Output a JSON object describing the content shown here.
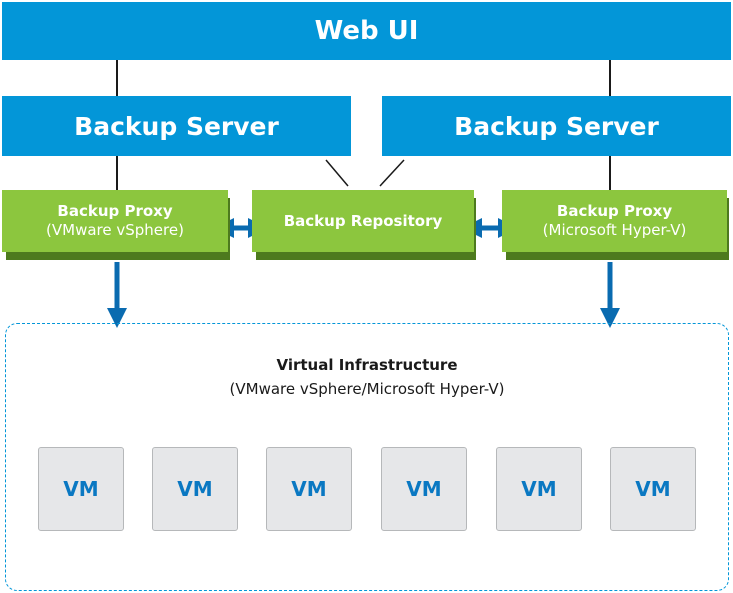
{
  "web_ui": {
    "label": "Web UI"
  },
  "backup_servers": [
    {
      "label": "Backup Server"
    },
    {
      "label": "Backup Server"
    }
  ],
  "proxies": [
    {
      "title": "Backup Proxy",
      "subtitle": "(VMware vSphere)"
    },
    {
      "title": "Backup Proxy",
      "subtitle": "(Microsoft Hyper-V)"
    }
  ],
  "repository": {
    "label": "Backup Repository"
  },
  "virtual_infrastructure": {
    "title": "Virtual Infrastructure",
    "subtitle": "(VMware vSphere/Microsoft Hyper-V)",
    "vms": [
      "VM",
      "VM",
      "VM",
      "VM",
      "VM",
      "VM"
    ]
  },
  "colors": {
    "primary_blue": "#0396d8",
    "proxy_green": "#8cc63e",
    "proxy_shadow": "#4d7a1e",
    "vm_fill": "#e6e7e9",
    "vm_text": "#0a78c2"
  }
}
